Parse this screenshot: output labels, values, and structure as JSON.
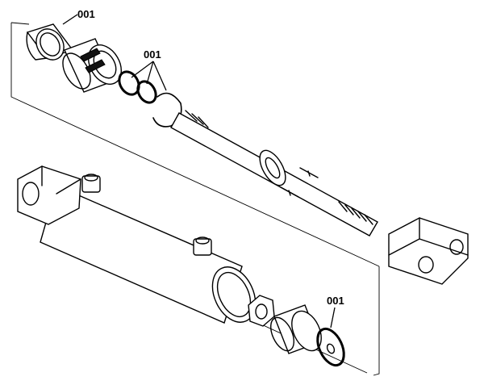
{
  "diagram": {
    "callouts": [
      {
        "id": "top",
        "label": "001"
      },
      {
        "id": "middle",
        "label": "001"
      },
      {
        "id": "bottom",
        "label": "001"
      }
    ]
  }
}
